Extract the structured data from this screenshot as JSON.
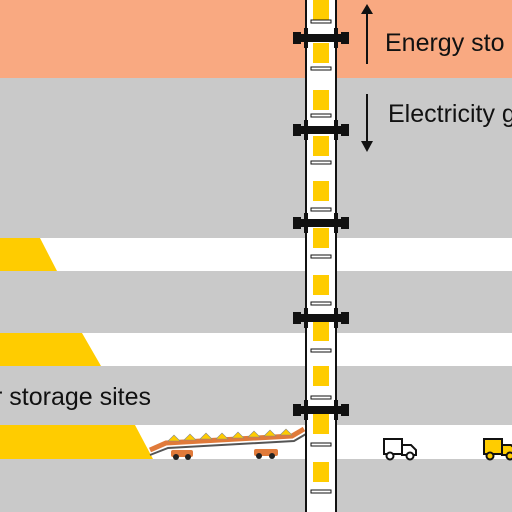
{
  "colors": {
    "background": "#c9c9c9",
    "top_band": "#f9a981",
    "gallery": "#ffffff",
    "ore": "#ffcc00",
    "conveyor_belt": "#e07a3a",
    "dark": "#111111"
  },
  "labels": {
    "energy_storage": "Energy sto",
    "electricity_generation": "Electricity g",
    "storage_sites": "r storage sites"
  },
  "arrows": {
    "up": "arrow-up",
    "down": "arrow-down"
  },
  "vehicles": [
    {
      "name": "empty-truck-icon",
      "fill": "#ffffff"
    },
    {
      "name": "loaded-truck-icon",
      "fill": "#ffcc00"
    }
  ]
}
